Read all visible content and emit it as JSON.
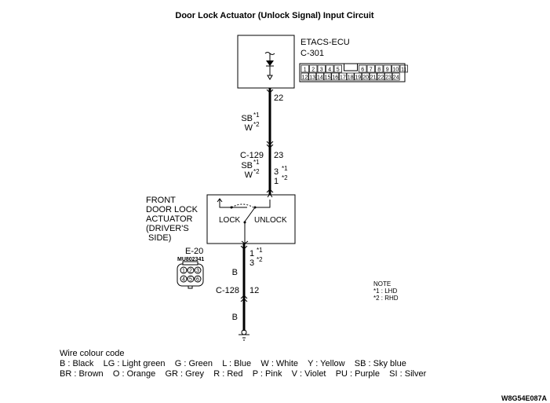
{
  "title": "Door Lock Actuator (Unlock Signal) Input Circuit",
  "ecu": {
    "name": "ETACS-ECU",
    "connector": "C-301",
    "pins_row1": [
      "1",
      "2",
      "3",
      "4",
      "5",
      "6",
      "7",
      "8",
      "9",
      "10",
      "11"
    ],
    "pins_row2": [
      "12",
      "13",
      "14",
      "15",
      "16",
      "17",
      "18",
      "19",
      "20",
      "21",
      "22",
      "23",
      "24"
    ],
    "terminal": "22"
  },
  "wire_upper": {
    "color1": "SB",
    "star1": "*1",
    "color2": "W",
    "star2": "*2"
  },
  "junction": {
    "connector": "C-129",
    "terminal": "23",
    "color1": "SB",
    "star1": "*1",
    "color2": "W",
    "star2": "*2",
    "term1": "3",
    "tstar1": "*1",
    "term2": "1",
    "tstar2": "*2"
  },
  "actuator": {
    "label_lines": [
      "FRONT",
      "DOOR LOCK",
      "ACTUATOR",
      "(DRIVER'S",
      " SIDE)"
    ],
    "lock": "LOCK",
    "unlock": "UNLOCK",
    "term1": "1",
    "tstar1": "*1",
    "term2": "3",
    "tstar2": "*2"
  },
  "e20": {
    "connector": "E-20",
    "part": "MU802341",
    "pins": [
      "1",
      "2",
      "3",
      "4",
      "5",
      "6"
    ]
  },
  "wire_lower": {
    "color": "B",
    "connector": "C-128",
    "terminal": "12",
    "color_below": "B"
  },
  "note": {
    "title": "NOTE",
    "lines": [
      "*1 : LHD",
      "*2 : RHD"
    ]
  },
  "legend": {
    "title": "Wire colour code",
    "row1": "B : Black    LG : Light green    G : Green    L : Blue    W : White    Y : Yellow    SB : Sky blue",
    "row2": "BR : Brown    O : Orange    GR : Grey    R : Red    P : Pink    V : Violet    PU : Purple    SI : Silver"
  },
  "figure_id": "W8G54E087A"
}
